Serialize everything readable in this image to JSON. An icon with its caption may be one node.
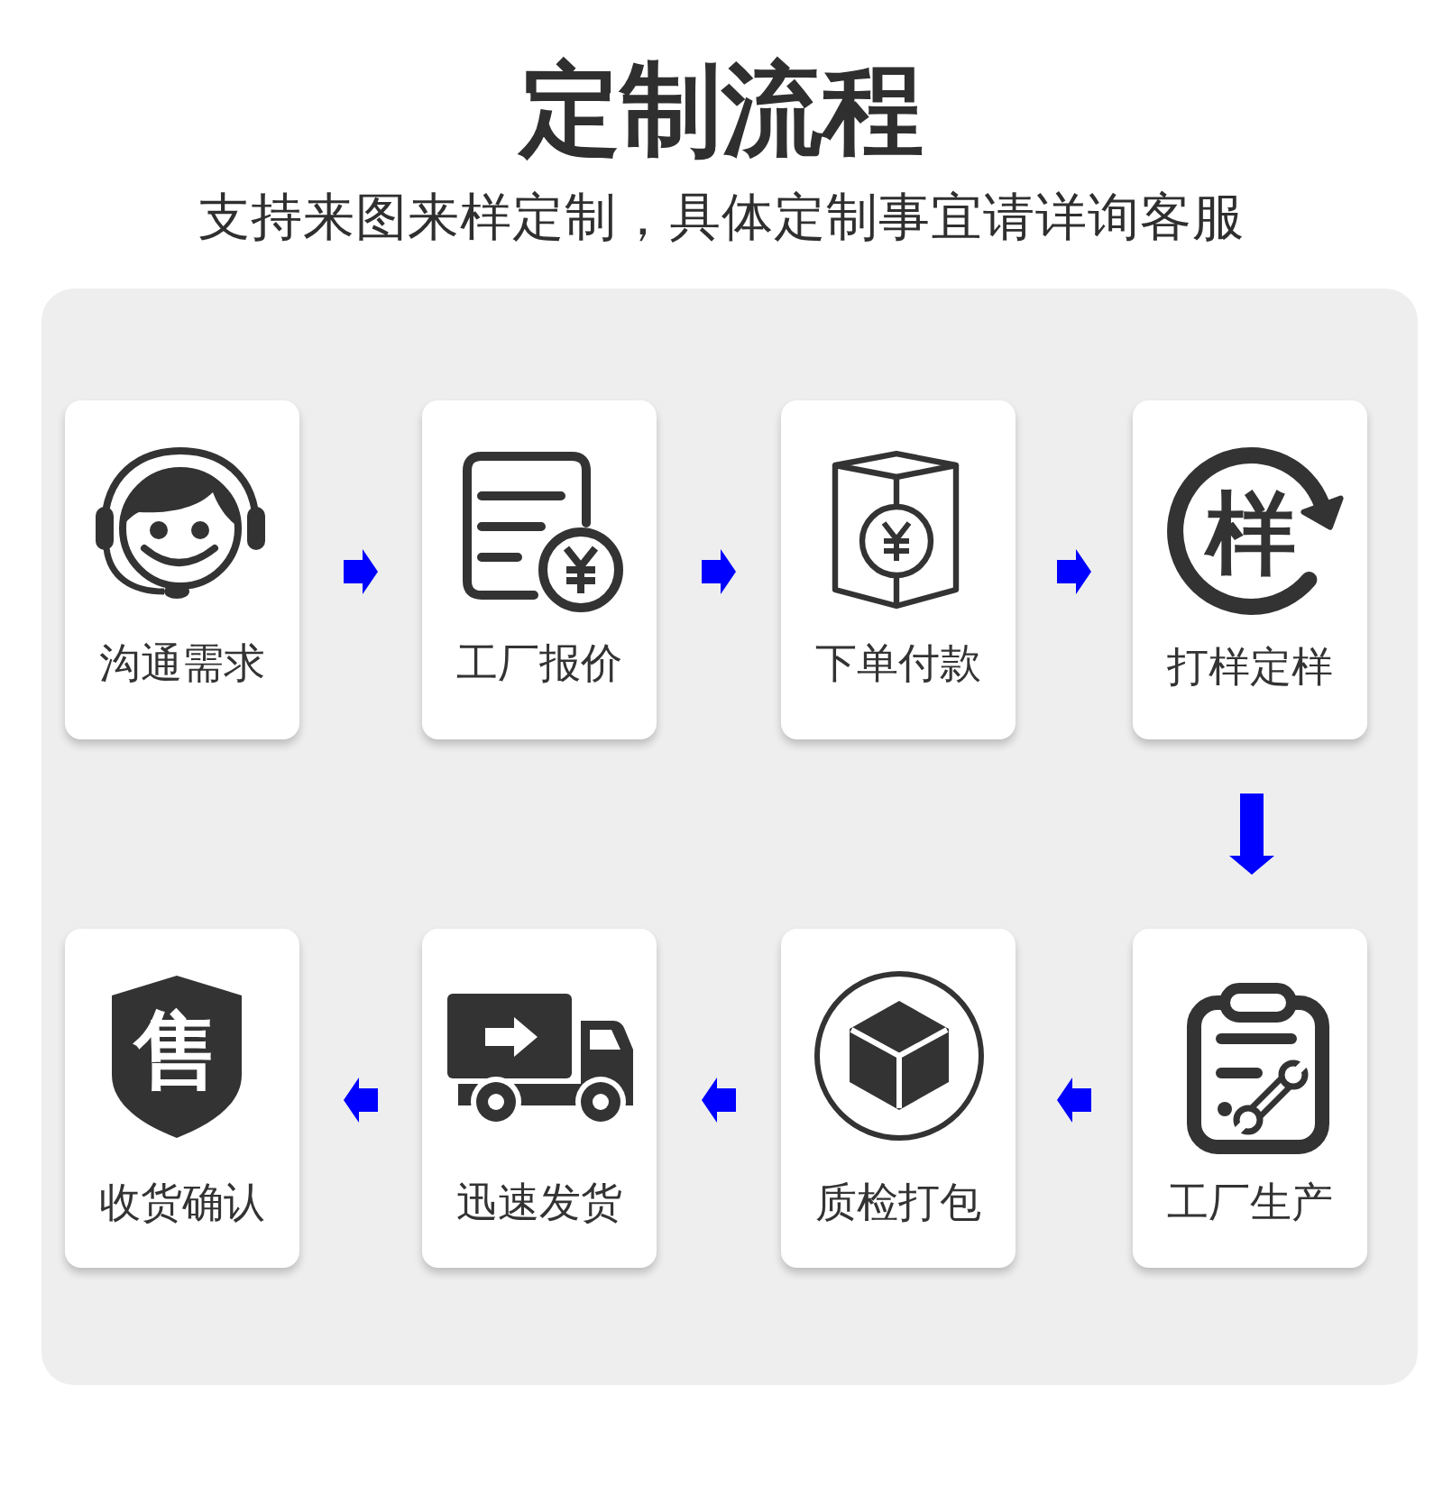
{
  "diagram": {
    "title": "定制流程",
    "caption": "支持来图来样定制，具体定制事宜请详询客服",
    "nodes": [
      {
        "text": [
          "沟通需求"
        ]
      },
      {
        "text": [
          "工厂报价"
        ]
      },
      {
        "text": [
          "下单付款"
        ]
      },
      {
        "text": [
          "样",
          "打样定样"
        ]
      },
      {
        "text": [
          "售",
          "收货确认"
        ]
      },
      {
        "text": [
          "迅速发货"
        ]
      },
      {
        "text": [
          "质检打包"
        ]
      },
      {
        "text": [
          "工厂生产"
        ]
      }
    ],
    "edges": [
      {
        "from": 0,
        "to": 1,
        "arrow": "to"
      },
      {
        "from": 1,
        "to": 2,
        "arrow": "to"
      },
      {
        "from": 2,
        "to": 3,
        "arrow": "to"
      },
      {
        "from": 3,
        "to": 7,
        "arrow": "to"
      },
      {
        "from": 7,
        "to": 6,
        "arrow": "to"
      },
      {
        "from": 6,
        "to": 5,
        "arrow": "to"
      },
      {
        "from": 5,
        "to": 4,
        "arrow": "to"
      }
    ]
  }
}
